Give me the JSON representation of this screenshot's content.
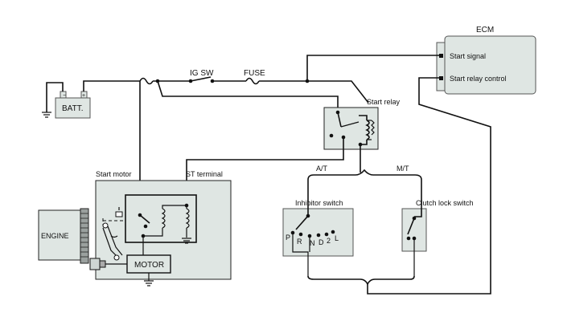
{
  "labels": {
    "ecm": "ECM",
    "start_signal": "Start signal",
    "start_relay_control": "Start relay control",
    "ig_sw": "IG SW",
    "fuse": "FUSE",
    "batt": "BATT.",
    "start_relay": "Start relay",
    "start_motor": "Start motor",
    "st_terminal": "ST terminal",
    "at": "A/T",
    "mt": "M/T",
    "inhibitor_switch": "Inhibitor switch",
    "clutch_lock_switch": "Clutch lock switch",
    "engine": "ENGINE",
    "motor": "MOTOR",
    "gear_p": "P",
    "gear_r": "R",
    "gear_n": "N",
    "gear_d": "D",
    "gear_2": "2",
    "gear_l": "L"
  }
}
